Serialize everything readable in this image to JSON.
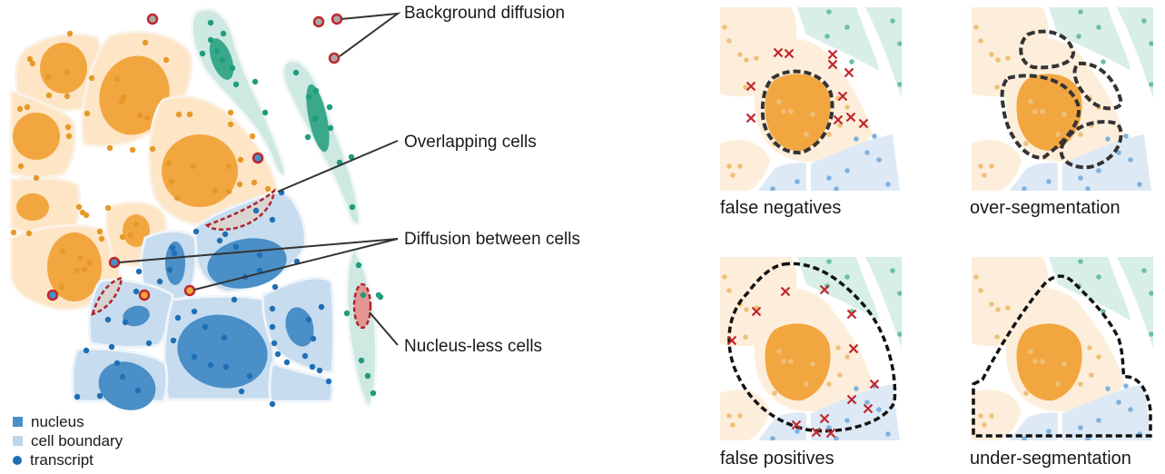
{
  "main_diagram": {
    "callouts": [
      {
        "id": "background-diffusion",
        "label": "Background diffusion"
      },
      {
        "id": "overlapping-cells",
        "label": "Overlapping cells"
      },
      {
        "id": "diffusion-between-cells",
        "label": "Diffusion between cells"
      },
      {
        "id": "nucleus-less-cells",
        "label": "Nucleus-less cells"
      }
    ],
    "legend": [
      {
        "swatch": "nucleus",
        "label": "nucleus"
      },
      {
        "swatch": "cell-boundary",
        "label": "cell boundary"
      },
      {
        "swatch": "transcript",
        "label": "transcript"
      }
    ]
  },
  "error_panels": [
    {
      "id": "false-negatives",
      "label": "false negatives"
    },
    {
      "id": "over-segmentation",
      "label": "over-segmentation"
    },
    {
      "id": "false-positives",
      "label": "false positives"
    },
    {
      "id": "under-segmentation",
      "label": "under-segmentation"
    }
  ],
  "colors": {
    "orange_cell": "#fde5c6",
    "orange_nucleus": "#f2a640",
    "orange_transcript": "#e59a28",
    "blue_cell": "#c7dcee",
    "blue_nucleus": "#4a8fc7",
    "blue_transcript": "#1f6fb5",
    "teal_cell": "#cde9e2",
    "teal_nucleus": "#3aa88a",
    "teal_transcript": "#1f9c7c",
    "error_red": "#c0262d",
    "segmentation_outline": "#222222"
  }
}
